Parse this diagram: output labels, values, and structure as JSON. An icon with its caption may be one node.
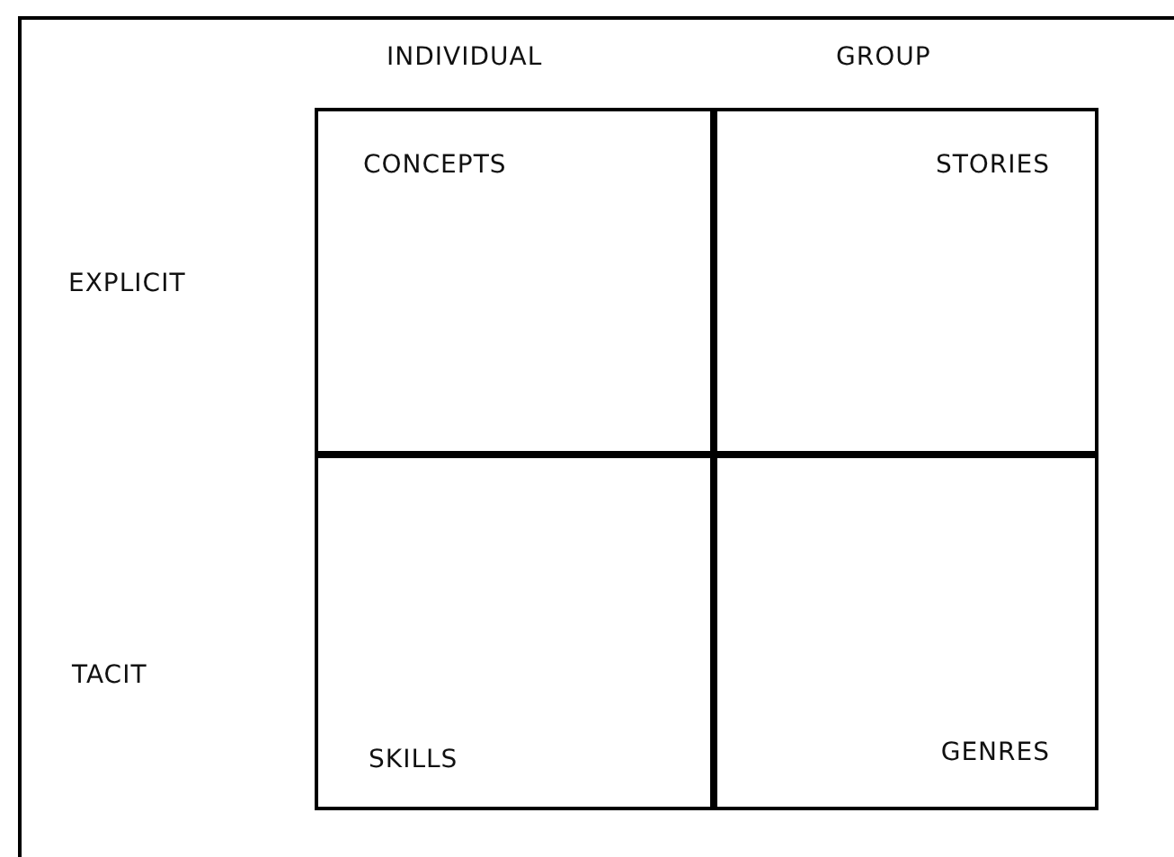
{
  "diagram": {
    "nodes": [
      {
        "text": [
          "CONCEPTS"
        ]
      },
      {
        "text": [
          "STORIES"
        ]
      },
      {
        "text": [
          "SKILLS"
        ]
      },
      {
        "text": [
          "GENRES"
        ]
      }
    ],
    "labels": [
      "INDIVIDUAL",
      "GROUP",
      "EXPLICIT",
      "TACIT"
    ]
  }
}
